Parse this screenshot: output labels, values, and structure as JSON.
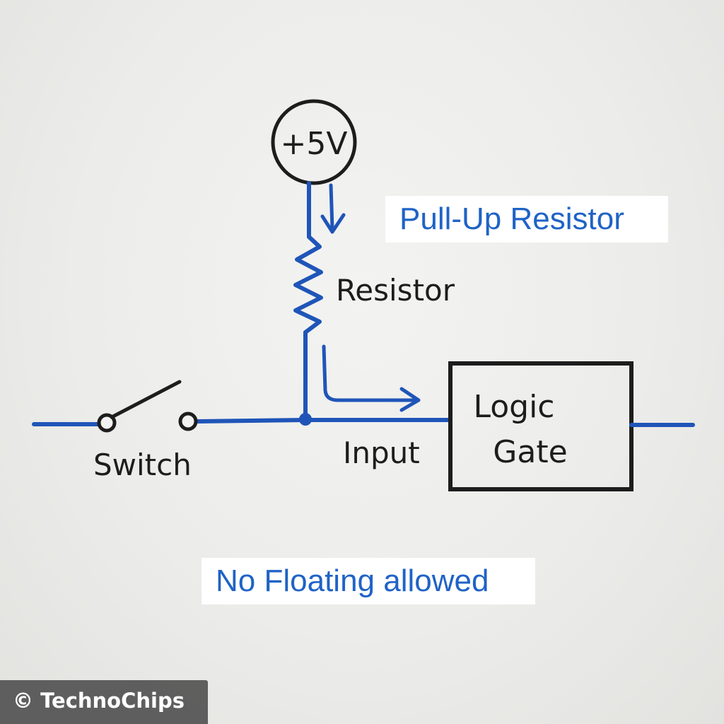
{
  "diagram": {
    "supply_label": "+5V",
    "resistor_label": "Resistor",
    "switch_label": "Switch",
    "input_label": "Input",
    "gate_label_line1": "Logic",
    "gate_label_line2": "Gate",
    "title_label": "Pull-Up Resistor",
    "note_label": "No Floating allowed"
  },
  "watermark": {
    "text": "© TechnoChips"
  },
  "colors": {
    "wire": "#1f55b8",
    "ink": "#1d1d1d",
    "label_text": "#1f63c6",
    "board": "#ececea"
  }
}
